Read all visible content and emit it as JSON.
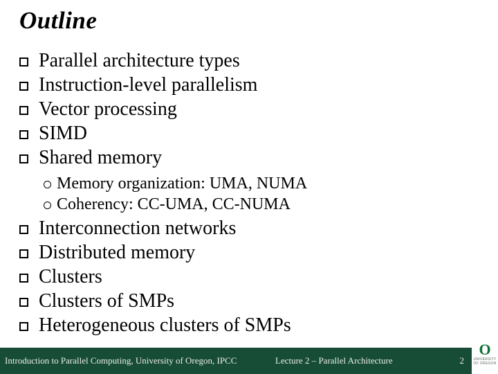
{
  "slide": {
    "title": "Outline",
    "bullets_top": [
      "Parallel architecture types",
      "Instruction-level parallelism",
      "Vector processing",
      "SIMD",
      "Shared memory"
    ],
    "sub_bullets": [
      "Memory organization: UMA, NUMA",
      "Coherency: CC-UMA, CC-NUMA"
    ],
    "bullets_bottom": [
      "Interconnection networks",
      "Distributed memory",
      "Clusters",
      "Clusters of SMPs",
      "Heterogeneous clusters of SMPs"
    ]
  },
  "footer": {
    "left_text": "Introduction to Parallel Computing, University of Oregon, IPCC",
    "center_text": "Lecture 2 – Parallel Architecture",
    "page_number": "2",
    "bg_color": "#174d37"
  },
  "logo": {
    "letter": "O",
    "line1": "UNIVERSITY",
    "line2": "OF OREGON",
    "o_color": "#0f7037"
  }
}
